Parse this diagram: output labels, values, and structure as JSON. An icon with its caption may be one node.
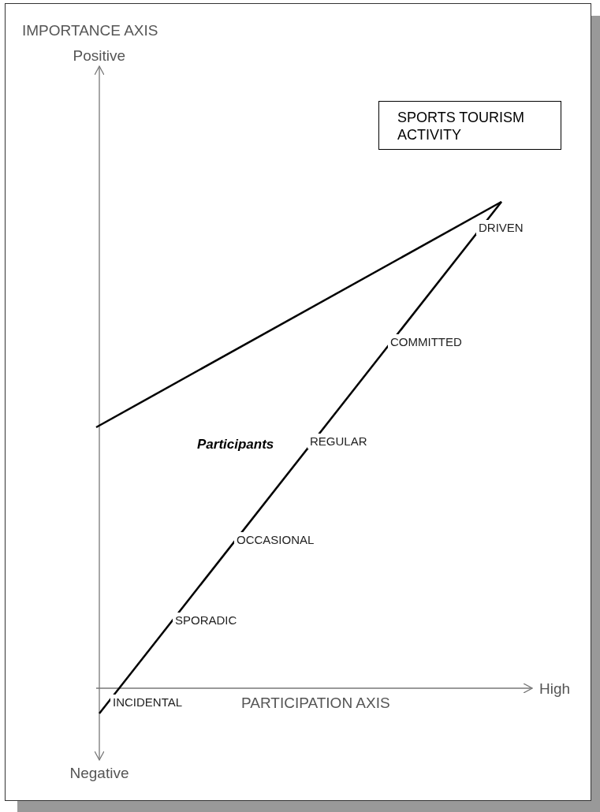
{
  "diagram": {
    "nodes": [
      {
        "text": [
          "SPORTS TOURISM ACTIVITY"
        ]
      }
    ],
    "labels": [
      "IMPORTANCE AXIS",
      "Positive",
      "DRIVEN",
      "COMMITTED",
      "Participants",
      "REGULAR",
      "OCCASIONAL",
      "SPORADIC",
      "High",
      "INCIDENTAL",
      "PARTICIPATION AXIS",
      "Negative"
    ]
  }
}
